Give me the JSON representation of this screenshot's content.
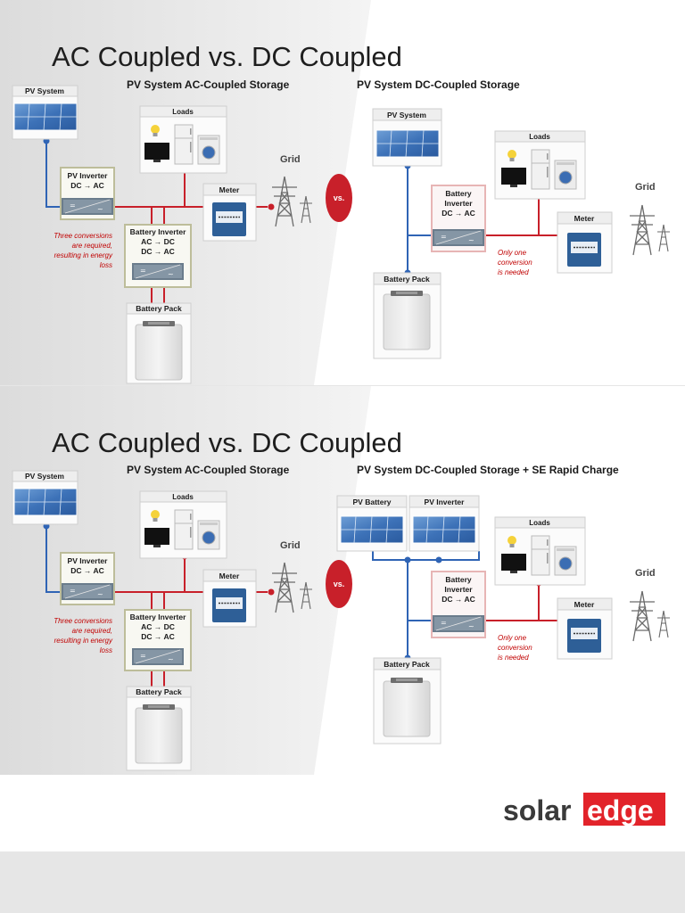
{
  "slides": [
    {
      "title": "AC Coupled vs. DC Coupled",
      "ac": {
        "subtitle": "PV System AC-Coupled Storage",
        "pv_system": "PV System",
        "pv_inverter": [
          "PV Inverter",
          "DC → AC"
        ],
        "battery_inverter": [
          "Battery Inverter",
          "AC → DC",
          "DC → AC"
        ],
        "battery_pack": "Battery Pack",
        "loads": "Loads",
        "meter": "Meter",
        "grid": "Grid",
        "note": [
          "Three conversions",
          "are required,",
          "resulting in energy",
          "loss"
        ]
      },
      "vs": "vs.",
      "dc": {
        "subtitle": "PV System DC-Coupled Storage",
        "pv_system": "PV System",
        "battery_inverter": [
          "Battery",
          "Inverter",
          "DC → AC"
        ],
        "battery_pack": "Battery Pack",
        "loads": "Loads",
        "meter": "Meter",
        "grid": "Grid",
        "note": [
          "Only one",
          "conversion",
          "is needed"
        ]
      }
    },
    {
      "title": "AC Coupled vs. DC Coupled",
      "ac": {
        "subtitle": "PV System AC-Coupled Storage",
        "pv_system": "PV System",
        "pv_inverter": [
          "PV Inverter",
          "DC → AC"
        ],
        "battery_inverter": [
          "Battery Inverter",
          "AC → DC",
          "DC → AC"
        ],
        "battery_pack": "Battery Pack",
        "loads": "Loads",
        "meter": "Meter",
        "grid": "Grid",
        "note": [
          "Three conversions",
          "are required,",
          "resulting in energy",
          "loss"
        ]
      },
      "vs": "vs.",
      "dc": {
        "subtitle": "PV System DC-Coupled Storage + SE Rapid Charge",
        "pv_battery": "PV Battery",
        "pv_inverter": "PV Inverter",
        "battery_inverter": [
          "Battery",
          "Inverter",
          "DC → AC"
        ],
        "battery_pack": "Battery Pack",
        "loads": "Loads",
        "meter": "Meter",
        "grid": "Grid",
        "note": [
          "Only one",
          "conversion",
          "is needed"
        ]
      }
    }
  ],
  "logo": {
    "left": "solar",
    "right": "edge"
  },
  "colors": {
    "dc_line": "#2f64b5",
    "ac_line": "#c8202a",
    "vs_badge": "#c8202a",
    "logo_box": "#e2232a"
  }
}
